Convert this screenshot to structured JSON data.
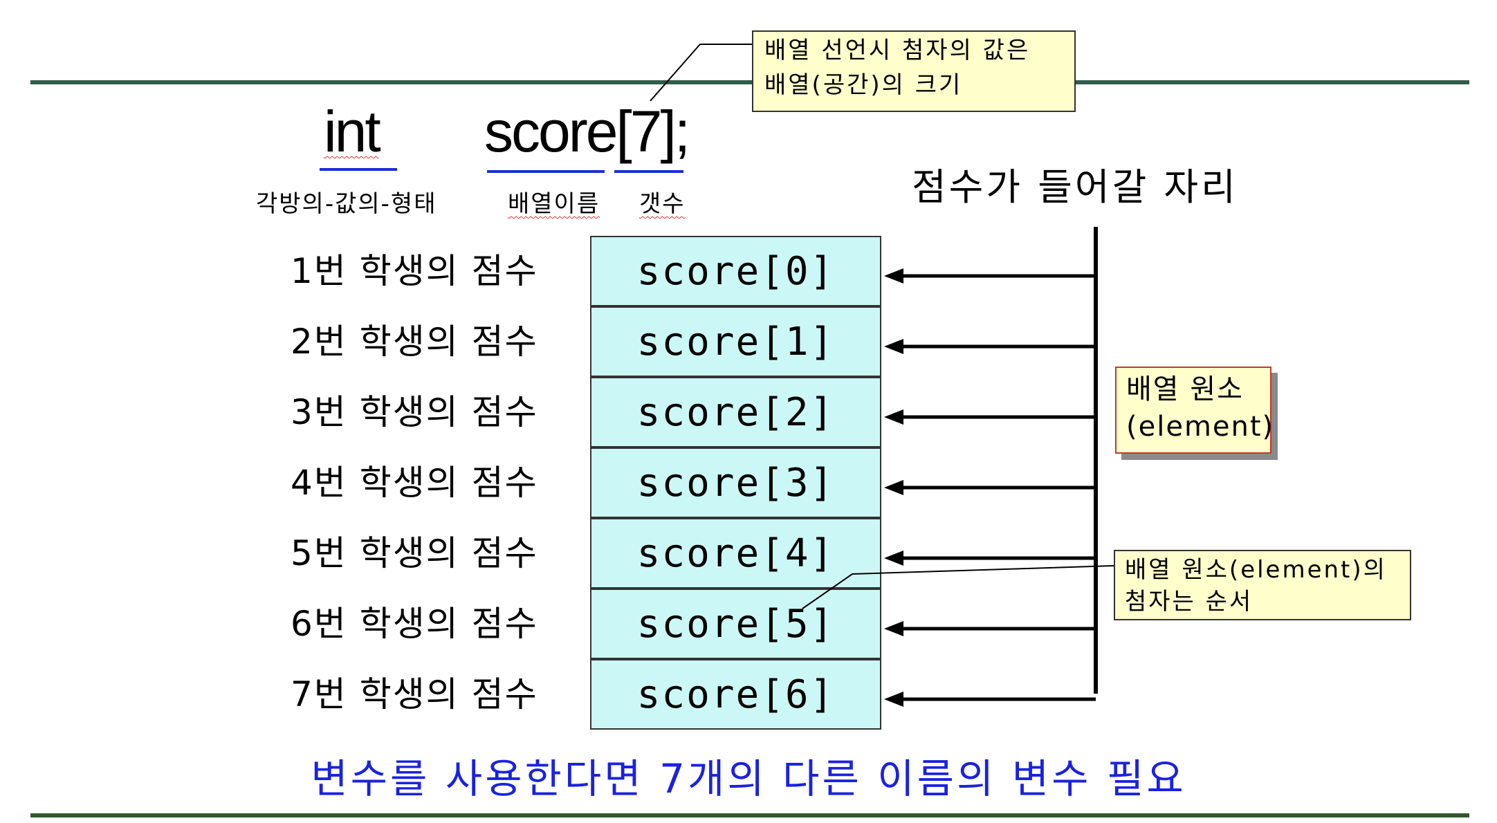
{
  "declaration": {
    "type_keyword": "int",
    "array_expr": "score[7];",
    "type_caption": "각방의-값의-형태",
    "name_caption": "배열이름",
    "count_caption": "갯수"
  },
  "notes": {
    "index_value": "배열 선언시 첨자의 값은\n배열(공간)의 크기",
    "element": "배열 원소\n(element)",
    "index_order": "배열 원소(element)의\n첨자는 순서"
  },
  "slots_heading": "점수가 들어갈 자리",
  "rows": [
    {
      "label": "1번 학생의 점수",
      "cell": "score[0]"
    },
    {
      "label": "2번 학생의 점수",
      "cell": "score[1]"
    },
    {
      "label": "3번 학생의 점수",
      "cell": "score[2]"
    },
    {
      "label": "4번 학생의 점수",
      "cell": "score[3]"
    },
    {
      "label": "5번 학생의 점수",
      "cell": "score[4]"
    },
    {
      "label": "6번 학생의 점수",
      "cell": "score[5]"
    },
    {
      "label": "7번 학생의 점수",
      "cell": "score[6]"
    }
  ],
  "footer": "변수를 사용한다면 7개의 다른 이름의 변수 필요",
  "colors": {
    "cell_fill": "#ccf7f7",
    "note_fill": "#ffffcc",
    "underline": "#1a2fd6",
    "footer_text": "#1a22e0",
    "rule": "#2f5d4c"
  }
}
